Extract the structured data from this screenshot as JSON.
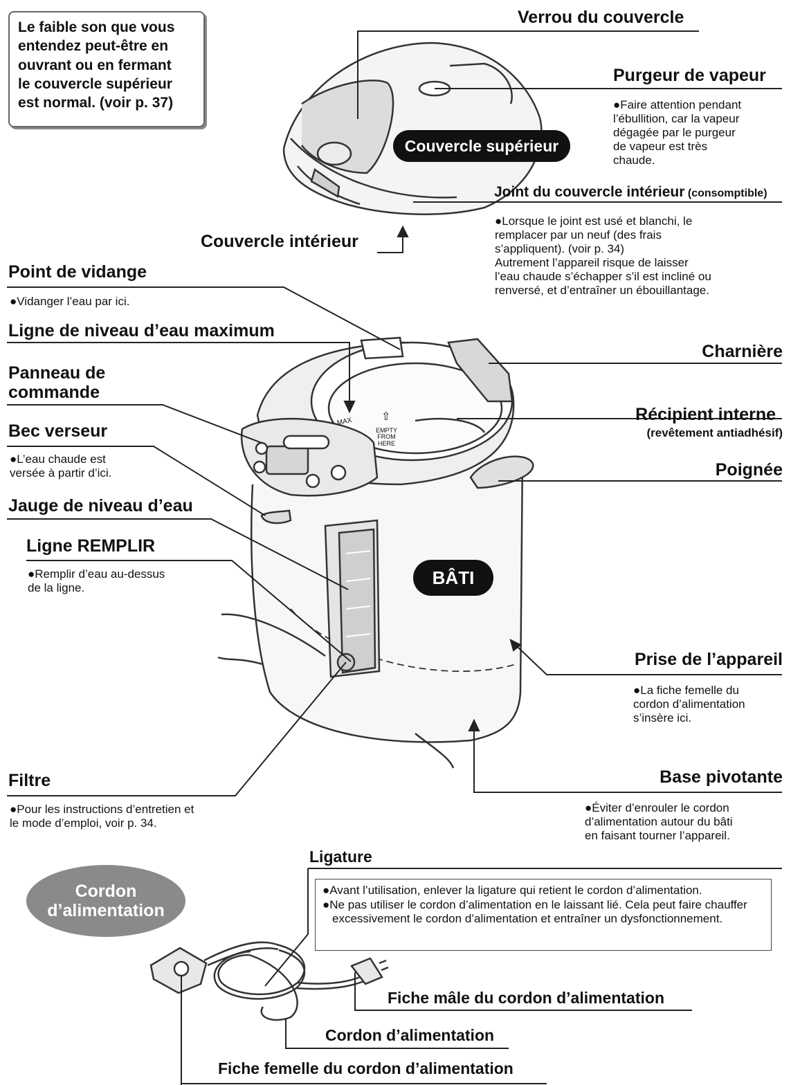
{
  "note_box": "Le faible son que vous\nentendez peut-être en\nouvrant ou en fermant\nle couvercle supérieur\nest normal. (voir p. 37)",
  "labels": {
    "verrou": "Verrou du couvercle",
    "purgeur": "Purgeur de vapeur",
    "couvercle_superieur": "Couvercle supérieur",
    "joint": "Joint du couvercle intérieur",
    "joint_sub": "(consomptible)",
    "couvercle_interieur": "Couvercle intérieur",
    "point_vidange": "Point de vidange",
    "ligne_max": "Ligne de niveau d’eau maximum",
    "panneau": "Panneau de\ncommande",
    "bec": "Bec verseur",
    "jauge": "Jauge de niveau d’eau",
    "remplir": "Ligne REMPLIR",
    "charniere": "Charnière",
    "recipient": "Récipient interne",
    "recipient_sub": "(revêtement antiadhésif)",
    "poignee": "Poignée",
    "bati": "BÂTI",
    "prise": "Prise de l’appareil",
    "filtre": "Filtre",
    "base": "Base pivotante",
    "cordon_title": "Cordon\nd’alimentation",
    "ligature": "Ligature",
    "fiche_male": "Fiche mâle du cordon d’alimentation",
    "cordon": "Cordon d’alimentation",
    "fiche_femelle": "Fiche femelle du cordon d’alimentation"
  },
  "pot_text": {
    "max_mark": "MAX",
    "empty": "EMPTY\nFROM\nHERE"
  },
  "notes": {
    "purgeur": "●Faire attention pendant\nl’ébullition, car la vapeur\ndégagée par le purgeur\nde vapeur est très\nchaude.",
    "joint": "●Lorsque le joint est usé et blanchi, le\nremplacer par un neuf (des frais\ns’appliquent). (voir p. 34)\nAutrement l’appareil risque de laisser\nl’eau chaude s’échapper s’il est incliné ou\nrenversé, et d’entraîner un ébouillantage.",
    "vidange": "●Vidanger l’eau par ici.",
    "bec": "●L’eau chaude est\nversée à partir d’ici.",
    "remplir": "●Remplir d’eau au-dessus\nde la ligne.",
    "prise": "●La fiche femelle du\ncordon d’alimentation\ns’insère ici.",
    "filtre": "●Pour les instructions d’entretien et\nle mode d’emploi, voir p. 34.",
    "base": "●Éviter d’enrouler le cordon\nd’alimentation autour du bâti\nen faisant tourner l’appareil.",
    "ligature_1": "●Avant l’utilisation, enlever la ligature qui retient le cordon d’alimentation.",
    "ligature_2": "●Ne pas utiliser le cordon d’alimentation en le laissant lié. Cela peut faire chauffer excessivement le cordon d’alimentation et entraîner un dysfonctionnement."
  }
}
